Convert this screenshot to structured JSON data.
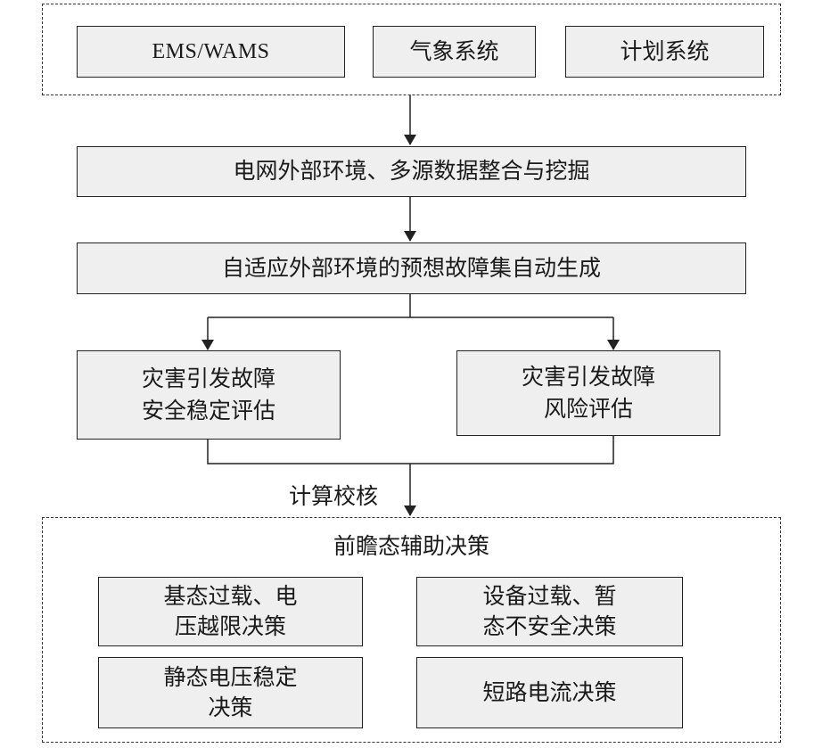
{
  "sources": {
    "ems": "EMS/WAMS",
    "weather": "气象系统",
    "plan": "计划系统"
  },
  "integration": "电网外部环境、多源数据整合与挖掘",
  "generation": "自适应外部环境的预想故障集自动生成",
  "assessment": {
    "stability": [
      "灾害引发故障",
      "安全稳定评估"
    ],
    "risk": [
      "灾害引发故障",
      "风险评估"
    ]
  },
  "check_label": "计算校核",
  "decision": {
    "title": "前瞻态辅助决策",
    "items": [
      [
        "基态过载、电",
        "压越限决策"
      ],
      [
        "设备过载、暂",
        "态不安全决策"
      ],
      [
        "静态电压稳定",
        "决策"
      ],
      [
        "短路电流决策"
      ]
    ]
  }
}
